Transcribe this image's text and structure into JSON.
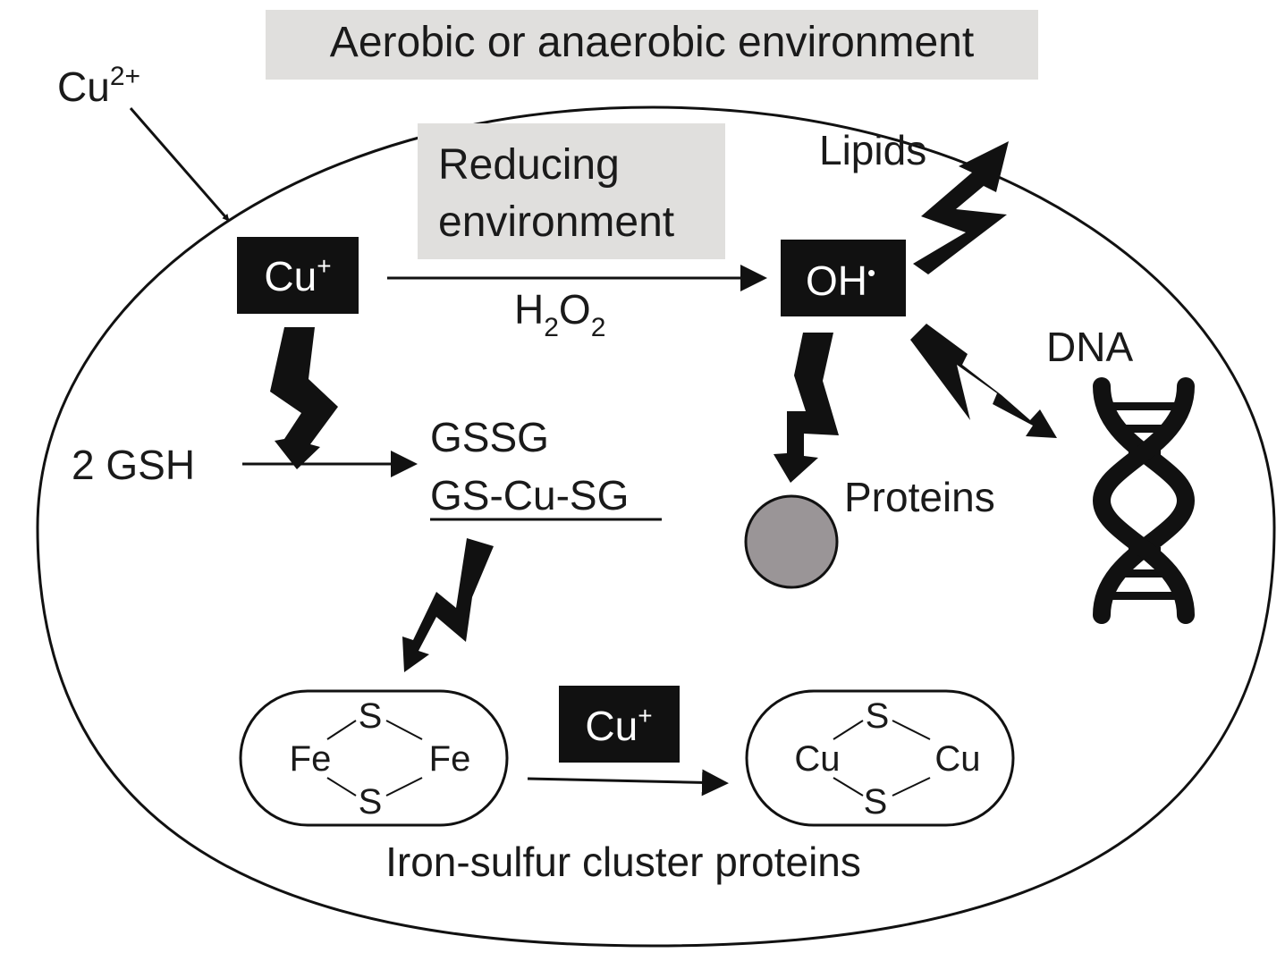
{
  "header": {
    "environment": "Aerobic or anaerobic environment"
  },
  "reducing": {
    "line1": "Reducing",
    "line2": "environment"
  },
  "copper": {
    "cu2_base": "Cu",
    "cu2_sup": "2+",
    "cu1_base": "Cu",
    "cu1_sup": "+"
  },
  "reaction": {
    "h2o2_h": "H",
    "h2o2_sub1": "2",
    "h2o2_o": "O",
    "h2o2_sub2": "2"
  },
  "radical": {
    "base": "OH",
    "sup": "•"
  },
  "targets": {
    "lipids": "Lipids",
    "dna": "DNA",
    "proteins": "Proteins"
  },
  "glutathione": {
    "gsh": "2 GSH",
    "gssg": "GSSG",
    "complex": "GS-Cu-SG"
  },
  "cluster": {
    "left_metal": "Fe",
    "right_metal": "Cu",
    "sulfur": "S",
    "cu_label_base": "Cu",
    "cu_label_sup": "+",
    "caption": "Iron-sulfur cluster proteins"
  },
  "colors": {
    "box_gray": "#e0dfdd",
    "black": "#111111",
    "protein_fill": "#9a9597"
  }
}
